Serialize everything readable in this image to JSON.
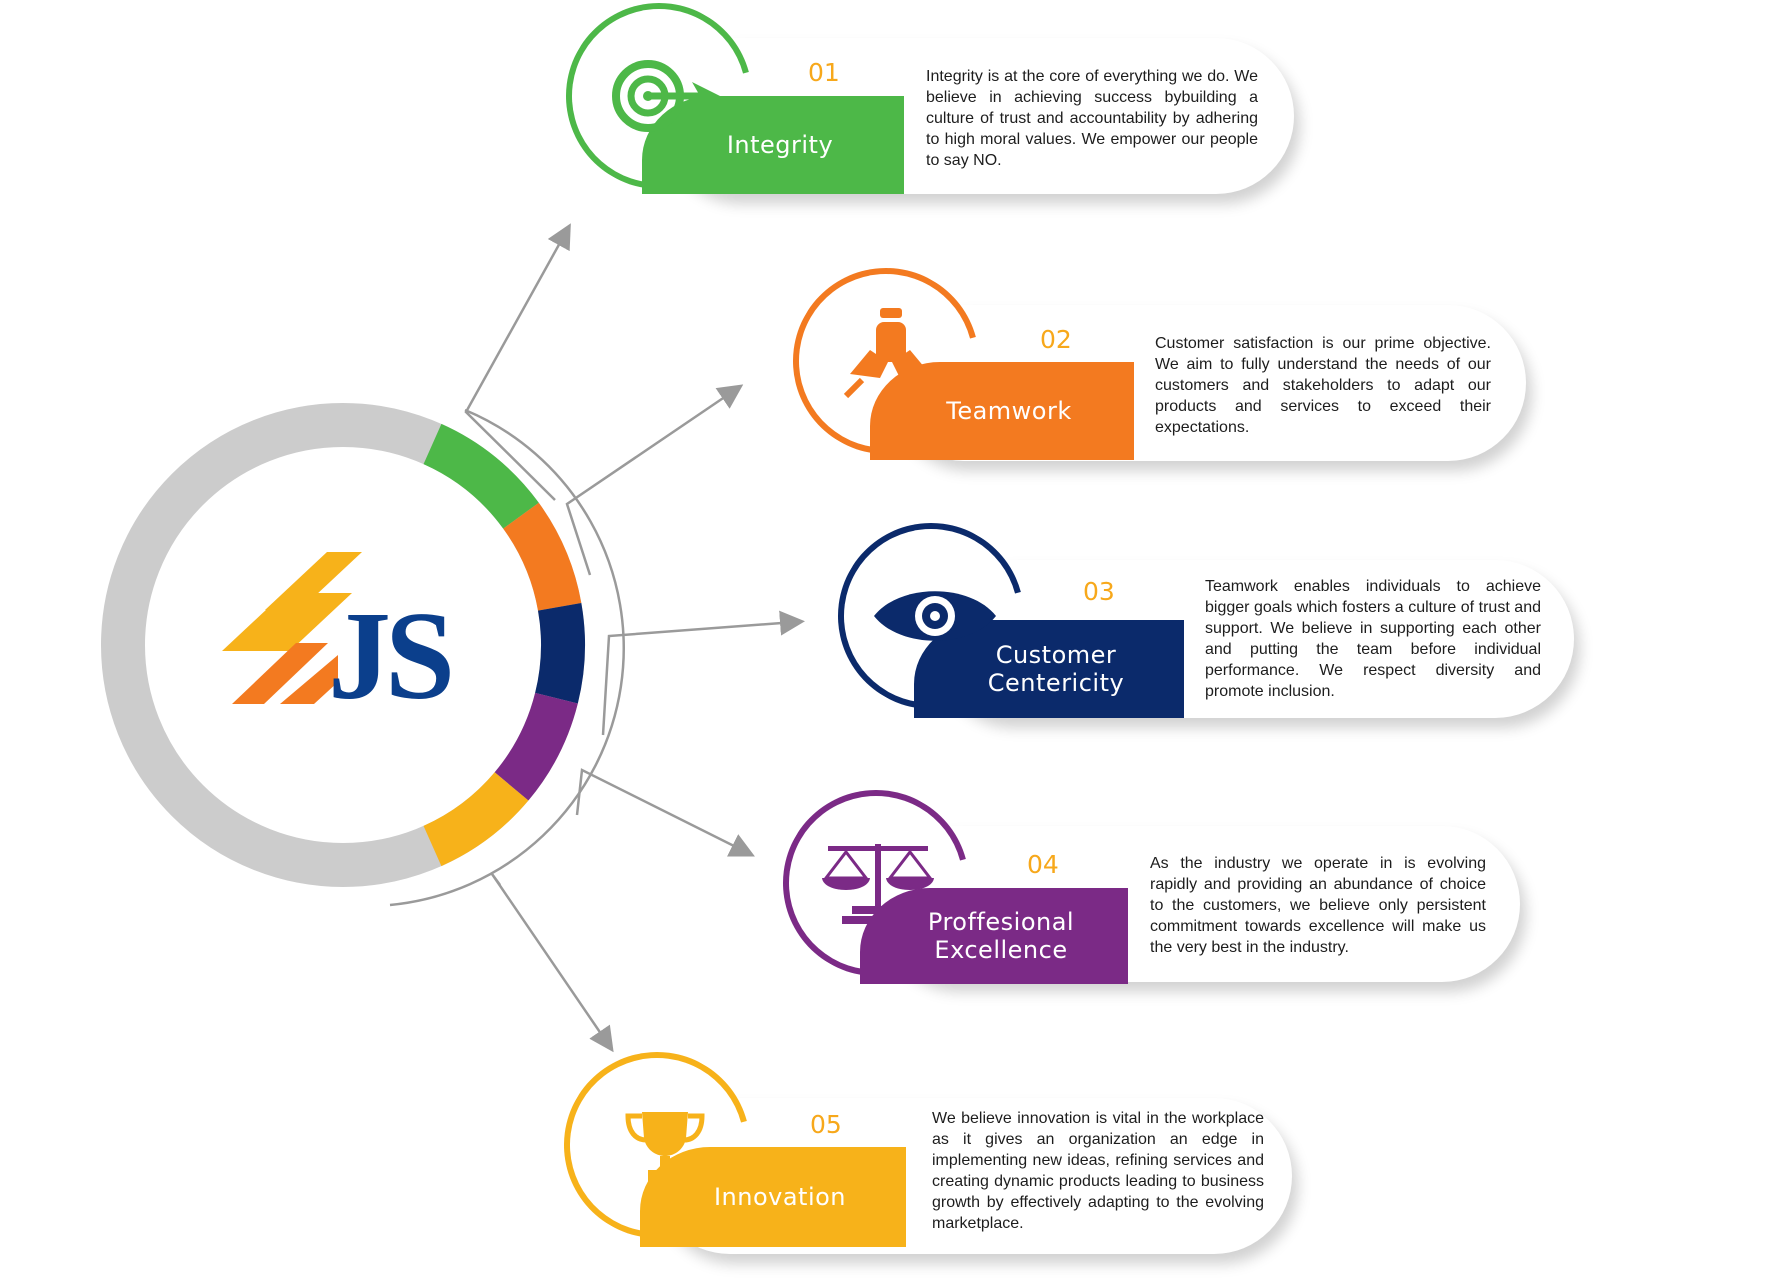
{
  "logo": {
    "text": "JS"
  },
  "colors": {
    "green": "#4db848",
    "orange": "#f37a20",
    "navy": "#0b2a6b",
    "purple": "#7b2a86",
    "yellow": "#f7b21a",
    "ring_gray": "#cccccc",
    "arrow_gray": "#9a9a9a",
    "number": "#f7a81b"
  },
  "values": [
    {
      "number": "01",
      "title": "Integrity",
      "icon": "target-arrow-icon",
      "description": "Integrity is at the core of everything we do. We believe in achieving success bybuilding a culture of trust and accountability by adhering to high moral values. We empower our people to say NO."
    },
    {
      "number": "02",
      "title": "Teamwork",
      "icon": "hands-together-icon",
      "description": "Customer satisfaction is our prime objective. We aim to fully understand the needs of our customers and stakeholders to adapt our products and services to exceed their expectations."
    },
    {
      "number": "03",
      "title": "Customer\nCentericity",
      "icon": "eye-icon",
      "description": "Teamwork enables individuals to achieve bigger goals which fosters a culture of trust and support. We believe in supporting each other and putting the team before individual performance. We respect diversity and promote inclusion."
    },
    {
      "number": "04",
      "title": "Proffesional\nExcellence",
      "icon": "scales-icon",
      "description": "As the industry we operate in is evolving rapidly and providing an abundance of choice to the customers, we believe only persistent commitment towards excellence will make us the very best in the industry."
    },
    {
      "number": "05",
      "title": "Innovation",
      "icon": "trophy-icon",
      "description": "We believe innovation is vital in the workplace as it gives an organization an edge in implementing new ideas, refining services and creating dynamic products leading to business growth by effectively adapting to the evolving marketplace."
    }
  ]
}
